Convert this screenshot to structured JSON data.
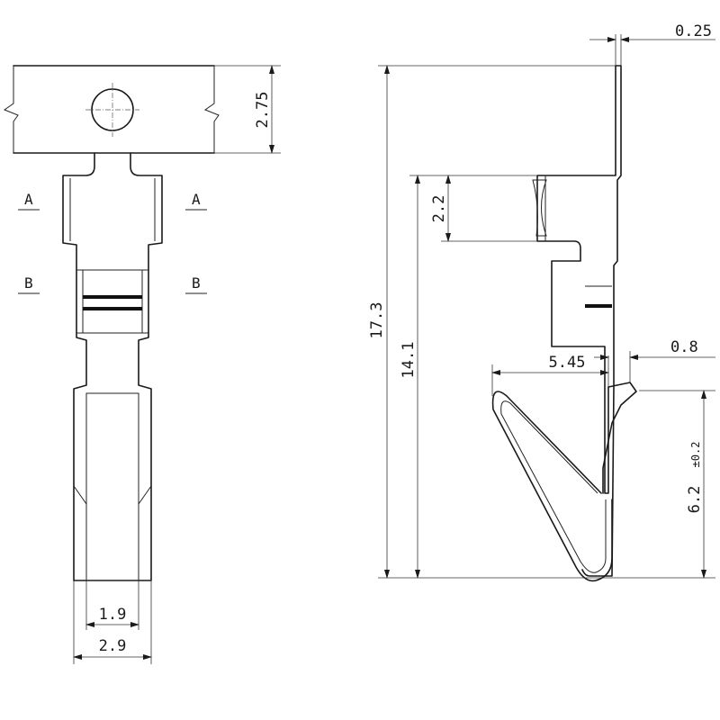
{
  "diagram": {
    "dimensions": {
      "carrier_strip_height": "2.75",
      "contact_width": "2.9",
      "contact_inner_width": "1.9",
      "strip_thickness": "0.25",
      "overall_length": "17.3",
      "terminal_length": "14.1",
      "insulation_crimp_length": "2.2",
      "spring_width": "5.45",
      "spring_gap": "0.8",
      "spring_height": "6.2",
      "spring_height_tolerance": "±0.2"
    },
    "section_labels": {
      "a_left": "A",
      "a_right": "A",
      "b_left": "B",
      "b_right": "B"
    }
  }
}
